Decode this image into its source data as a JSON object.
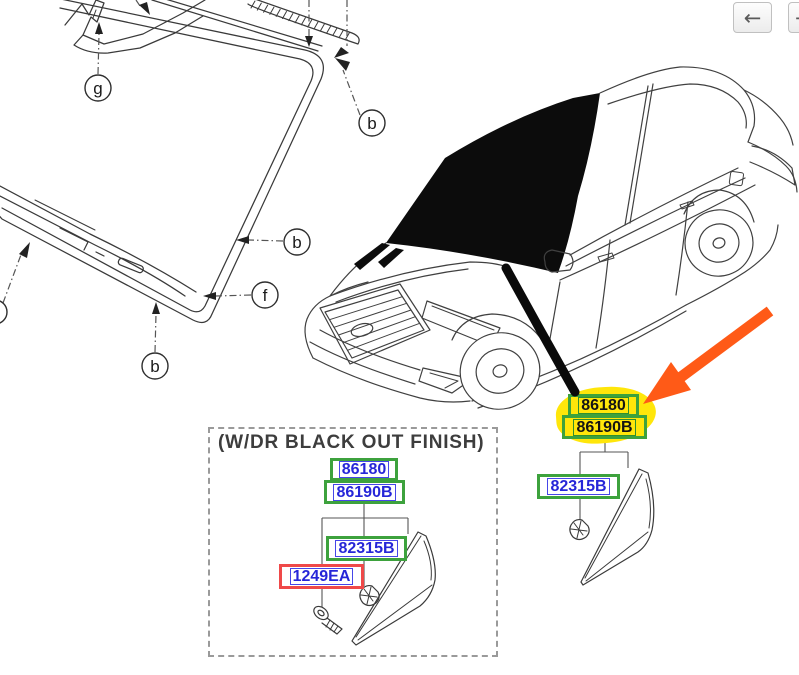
{
  "toolbar": {
    "back_button": "←",
    "forward_button": "→"
  },
  "diagram": {
    "inset": {
      "title": "(W/DR BLACK OUT FINISH)",
      "part_86180": "86180",
      "part_86190B": "86190B",
      "part_82315B": "82315B",
      "part_1249EA": "1249EA"
    },
    "selected_group": {
      "part_86180": "86180",
      "part_86190B": "86190B"
    },
    "side_group": {
      "part_82315B": "82315B"
    },
    "callouts": {
      "g": "g",
      "b": "b",
      "f": "f"
    }
  },
  "colors": {
    "part_link_blue": "#2626d8",
    "annotation_green": "#3da23d",
    "annotation_red": "#ef4949",
    "selection_yellow": "#ffe60a",
    "pointer_orange": "#ff5a17",
    "line_art": "#3a3a3a"
  }
}
